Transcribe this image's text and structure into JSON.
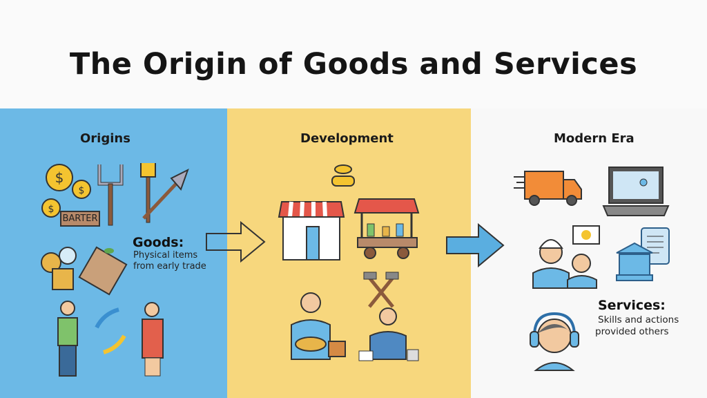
{
  "title": "The Origin of Goods and Services",
  "colors": {
    "origins_bg": "#6cb9e6",
    "development_bg": "#f7d77d",
    "modern_bg": "#f8f8f8",
    "arrow_blue": "#5aaee0"
  },
  "sections": [
    {
      "heading": "Origins",
      "badge": "BARTER",
      "label": "Goods:",
      "desc_lines": [
        "Physical items",
        "from early trade"
      ]
    },
    {
      "heading": "Development"
    },
    {
      "heading": "Modern Era",
      "label": "Services:",
      "desc_lines": [
        "Skills and actions",
        "provided others"
      ]
    }
  ]
}
